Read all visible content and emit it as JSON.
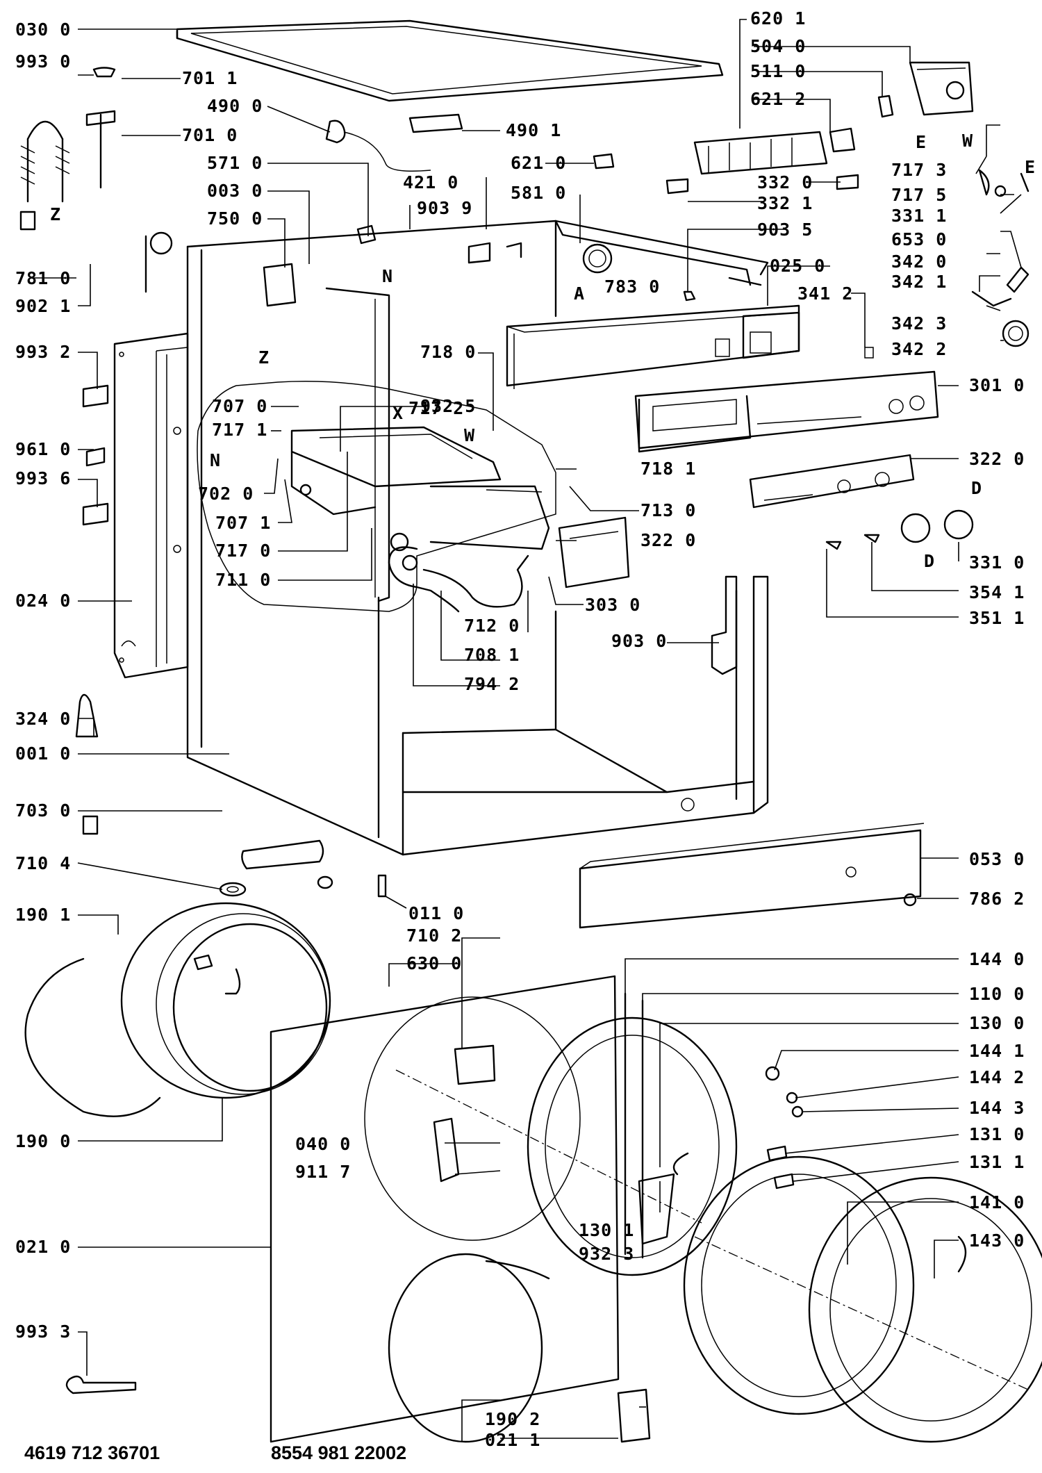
{
  "footer": {
    "left_code": "4619 712 36701",
    "right_code": "8554 981 22002"
  },
  "left_labels": [
    "030 0",
    "993 0",
    "701 1",
    "490 0",
    "701 0",
    "571 0",
    "003 0",
    "750 0",
    "781 0",
    "902 1",
    "993 2",
    "961 0",
    "993 6",
    "024 0",
    "324 0",
    "001 0",
    "703 0",
    "710 4",
    "190 1",
    "190 0",
    "021 0",
    "993 3",
    "707 0",
    "717 1",
    "702 0",
    "707 1",
    "717 0",
    "711 0",
    "040 0",
    "911 7",
    "630 0",
    "710 2",
    "011 0"
  ],
  "center_labels": [
    "932 5",
    "717 2",
    "718 0",
    "718 1",
    "713 0",
    "322 0",
    "303 0",
    "712 0",
    "708 1",
    "794 2",
    "903 0",
    "490 1",
    "621 0",
    "421 0",
    "903 9",
    "581 0",
    "783 0",
    "332 0",
    "332 1",
    "903 5",
    "025 0",
    "341 2",
    "130 1",
    "932 3",
    "190 2",
    "021 1"
  ],
  "right_labels": [
    "620 1",
    "504 0",
    "511 0",
    "621 2",
    "717 3",
    "717 5",
    "331 1",
    "653 0",
    "342 0",
    "342 1",
    "342 3",
    "342 2",
    "301 0",
    "322 0",
    "331 0",
    "354 1",
    "351 1",
    "053 0",
    "786 2",
    "144 0",
    "110 0",
    "130 0",
    "144 1",
    "144 2",
    "144 3",
    "131 0",
    "131 1",
    "141 0",
    "143 0"
  ],
  "letters": [
    "Z",
    "Z",
    "N",
    "N",
    "A",
    "X",
    "W",
    "W",
    "E",
    "E",
    "D",
    "D"
  ]
}
